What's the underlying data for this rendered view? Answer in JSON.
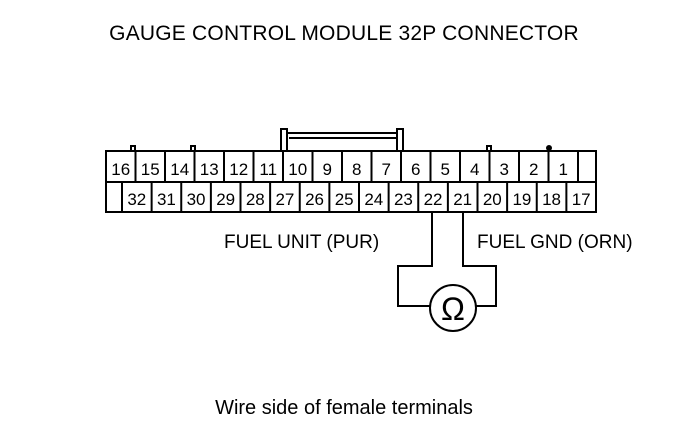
{
  "title": "GAUGE CONTROL MODULE 32P CONNECTOR",
  "caption": "Wire side of female terminals",
  "connector": {
    "top_row": [
      "16",
      "15",
      "14",
      "13",
      "12",
      "11",
      "10",
      "9",
      "8",
      "7",
      "6",
      "5",
      "4",
      "3",
      "2",
      "1"
    ],
    "bottom_row": [
      "",
      "32",
      "31",
      "30",
      "29",
      "28",
      "27",
      "26",
      "25",
      "24",
      "23",
      "22",
      "21",
      "20",
      "19",
      "18",
      "17"
    ]
  },
  "wires": {
    "left_label": "FUEL UNIT (PUR)",
    "right_label": "FUEL GND (ORN)"
  },
  "meter": {
    "symbol": "Ω"
  }
}
